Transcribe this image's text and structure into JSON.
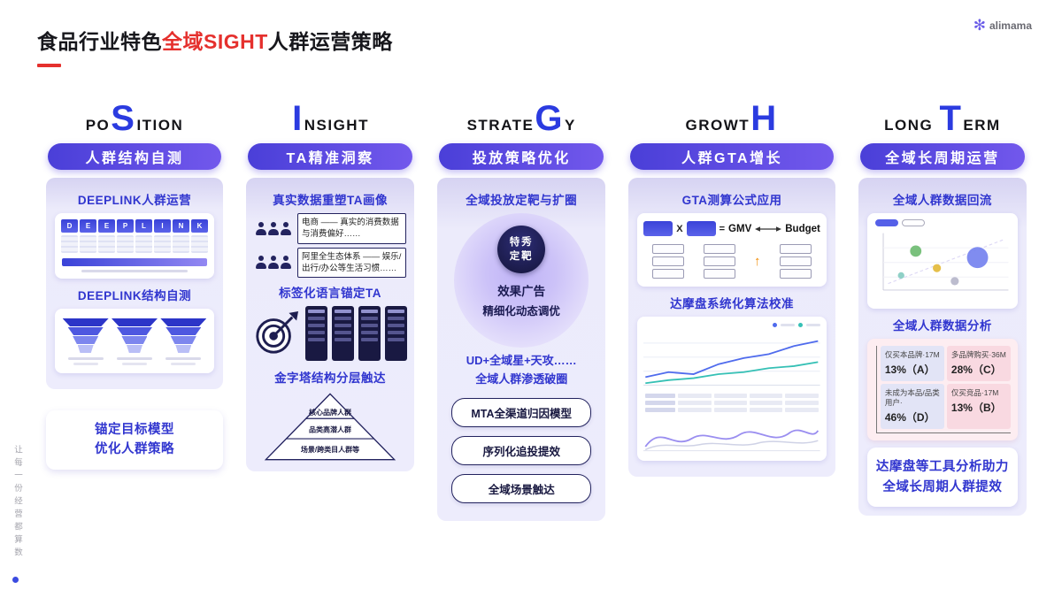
{
  "header": {
    "title_prefix": "食品行业特色",
    "title_highlight": "全域SIGHT",
    "title_suffix": "人群运营策略",
    "logo_text": "alimama"
  },
  "slogan": {
    "text": "让每一份经营都算数"
  },
  "colors": {
    "accent_red": "#e5302d",
    "letter_blue": "#2b3be0",
    "pill_gradient_start": "#4a3fd8",
    "pill_gradient_end": "#7258ec",
    "section_title_blue": "#3136cf",
    "panel_lavender": "#ecebfb",
    "dark_navy": "#23235f",
    "quad_lavender": "#e2e4f6",
    "quad_pink": "#f9d9e1"
  },
  "columns": [
    {
      "word_pre": "PO",
      "word_letter": "S",
      "word_post": "ITION",
      "pill": "人群结构自测",
      "s1_title": "DEEPLINK人群运营",
      "deeplink_letters": [
        "D",
        "E",
        "E",
        "P",
        "L",
        "I",
        "N",
        "K"
      ],
      "s2_title": "DEEPLINK结构自测",
      "bottom_line1": "锚定目标模型",
      "bottom_line2": "优化人群策略"
    },
    {
      "word_pre": "",
      "word_letter": "I",
      "word_post": "NSIGHT",
      "pill": "TA精准洞察",
      "s1_title": "真实数据重塑TA画像",
      "row1": "电商 —— 真实的消费数据与消费偏好……",
      "row2": "阿里全生态体系 —— 娱乐/出行/办公等生活习惯……",
      "s2_title": "标签化语言锚定TA",
      "s3_title": "金字塔结构分层触达",
      "pyramid": [
        "核心品牌人群",
        "品类高潜人群",
        "场景/跨类目人群等"
      ]
    },
    {
      "word_pre": "STRATE",
      "word_letter": "G",
      "word_post": "Y",
      "pill": "投放策略优化",
      "s1_title": "全域投放定靶与扩圈",
      "badge1": "特秀",
      "badge2": "定靶",
      "disc1": "效果广告",
      "disc2": "精细化动态调优",
      "mid1": "UD+全域星+天攻……",
      "mid2": "全域人群渗透破圈",
      "pills": [
        "MTA全渠道归因模型",
        "序列化追投提效",
        "全域场景触达"
      ]
    },
    {
      "word_pre": "GROWT",
      "word_letter": "H",
      "word_post": "",
      "pill": "人群GTA增长",
      "s1_title": "GTA测算公式应用",
      "formula_x": "X",
      "formula_eq": "=",
      "formula_gmv": "GMV",
      "formula_budget": "Budget",
      "s2_title": "达摩盘系统化算法校准"
    },
    {
      "word_pre": "LONG ",
      "word_letter": "T",
      "word_post": "ERM",
      "pill": "全域长周期运营",
      "s1_title": "全域人群数据回流",
      "s2_title": "全域人群数据分析",
      "quad": [
        {
          "label": "仅买本品牌·17M",
          "value": "13%（A）"
        },
        {
          "label": "多品牌购买·36M",
          "value": "28%（C）"
        },
        {
          "label": "未成为本品/品类用户·",
          "value": "46%（D）"
        },
        {
          "label": "仅买竞品·17M",
          "value": "13%（B）"
        }
      ],
      "bottom_line1": "达摩盘等工具分析助力",
      "bottom_line2": "全域长周期人群提效"
    }
  ]
}
